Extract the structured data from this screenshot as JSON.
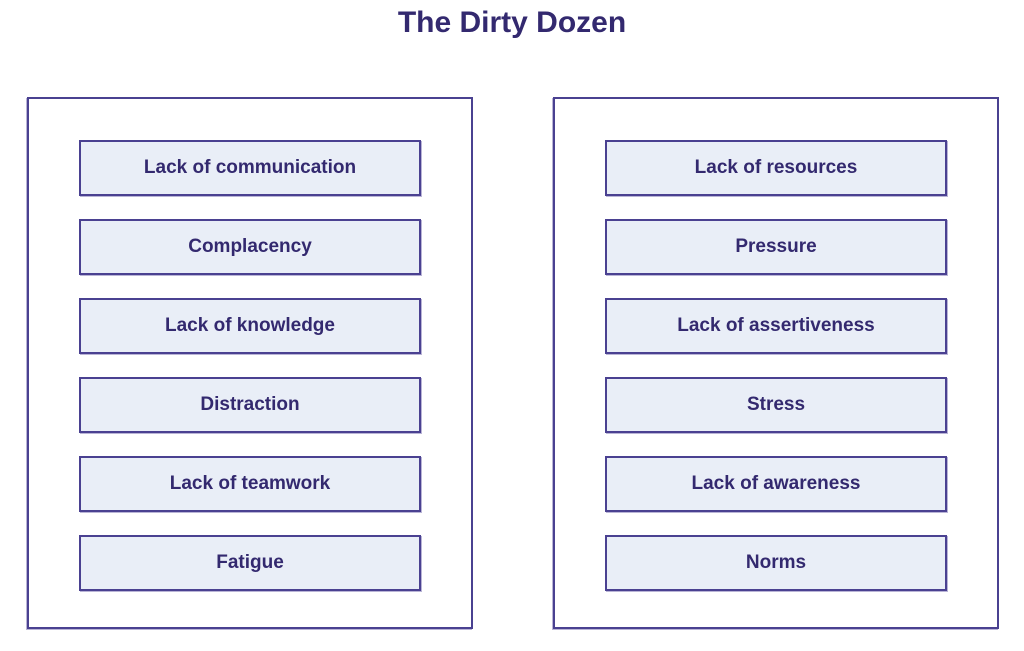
{
  "title": "The Dirty Dozen",
  "colors": {
    "text": "#33296F",
    "border": "#4A4191",
    "box_fill": "#E9EEF7",
    "panel_bg": "#FFFFFF"
  },
  "panels": [
    {
      "name": "left",
      "items": [
        "Lack of communication",
        "Complacency",
        "Lack of knowledge",
        "Distraction",
        "Lack of teamwork",
        "Fatigue"
      ]
    },
    {
      "name": "right",
      "items": [
        "Lack of resources",
        "Pressure",
        "Lack of assertiveness",
        "Stress",
        "Lack of awareness",
        "Norms"
      ]
    }
  ]
}
